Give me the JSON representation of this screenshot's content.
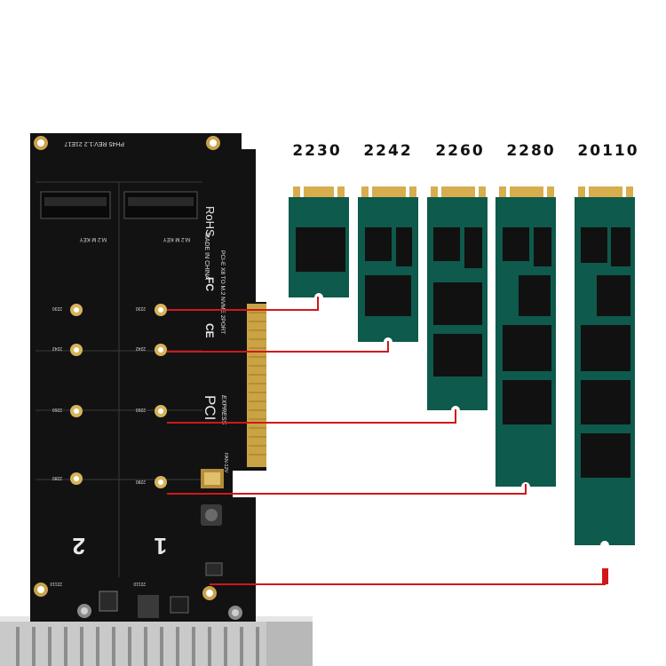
{
  "ssd_sizes": [
    "2230",
    "2242",
    "2260",
    "2280",
    "20110"
  ],
  "board": {
    "model_text": "PH45  REV:1.2  21E17",
    "slot_label": "M.2 M KEY",
    "rohs": "RoHS",
    "made_in": "MADE IN CHINA",
    "fc": "FC",
    "ce": "CE",
    "product_desc": "PCI-E X8 TO M.2 NVME 2PORT",
    "pci_brand": "PCI",
    "pci_sub": "EXPRESS",
    "fan_text": "FAN-12V",
    "slot_numbers": [
      "2",
      "1"
    ],
    "hole_marks": [
      "2230",
      "2242",
      "2260",
      "2280",
      "22110"
    ]
  },
  "colors": {
    "pcb": "#121212",
    "ssd_green": "#0e5a4c",
    "gold": "#d8ad4e",
    "chip": "#111111",
    "leader_line": "#d01818"
  }
}
